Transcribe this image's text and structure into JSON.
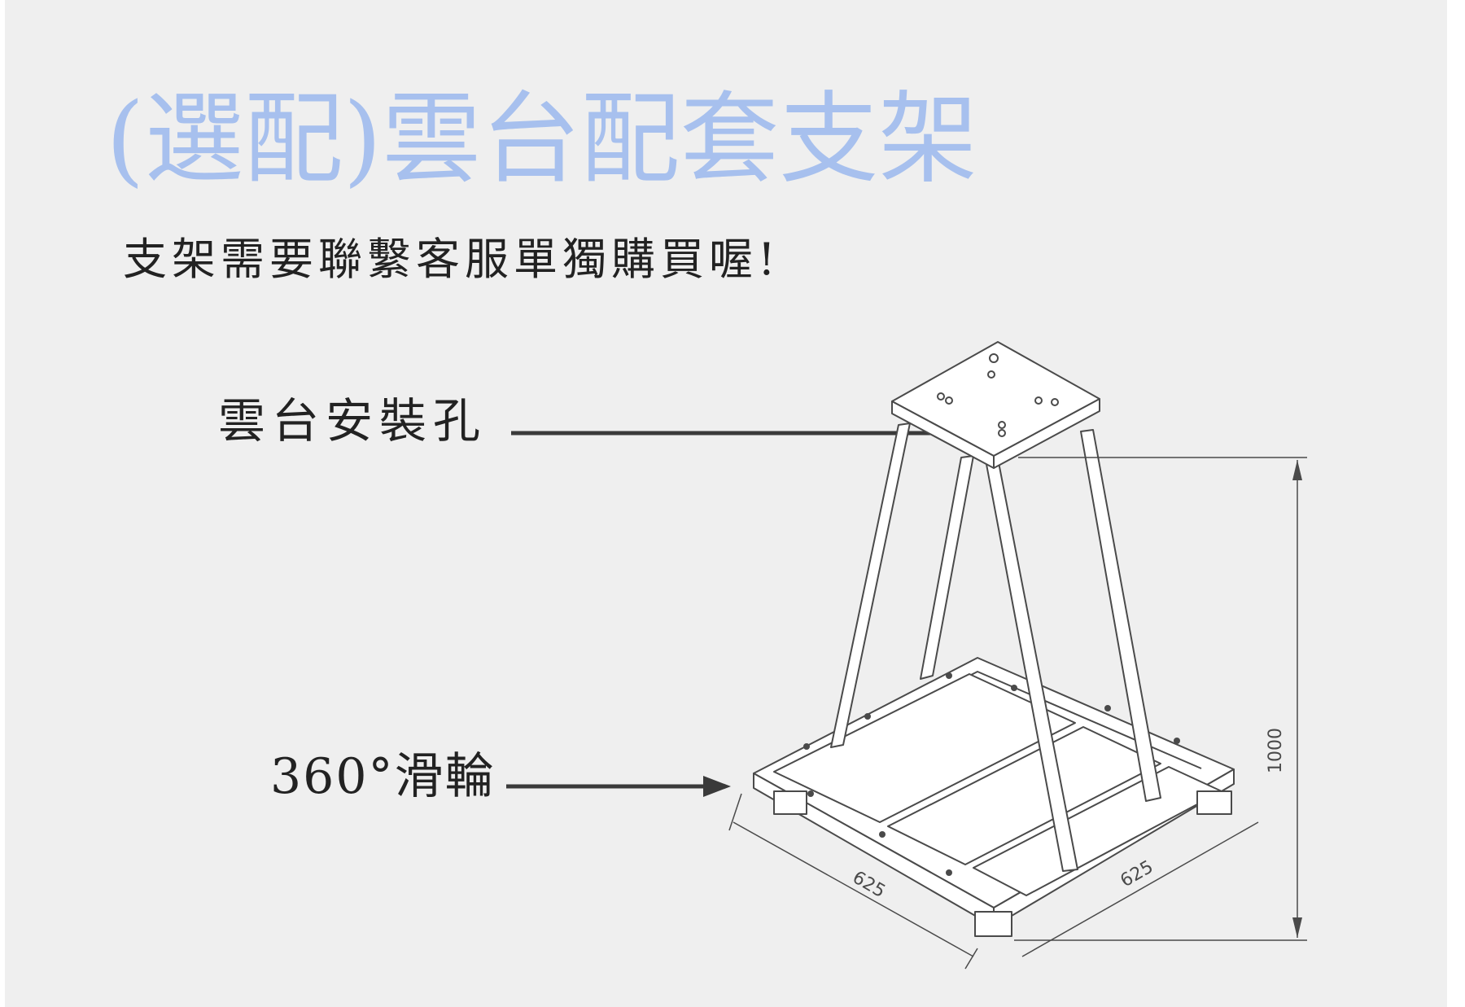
{
  "title": "(選配)雲台配套支架",
  "subtitle": "支架需要聯繫客服單獨購買喔!",
  "labels": {
    "mount_holes": "雲台安裝孔",
    "wheels": "360°滑輪"
  },
  "dimensions": {
    "depth": "625",
    "width": "625",
    "height": "1000"
  },
  "colors": {
    "background": "#efefef",
    "title": "#a7c0ee",
    "text": "#222222",
    "line": "#4a4a4a",
    "arrow": "#3a3a3a"
  }
}
